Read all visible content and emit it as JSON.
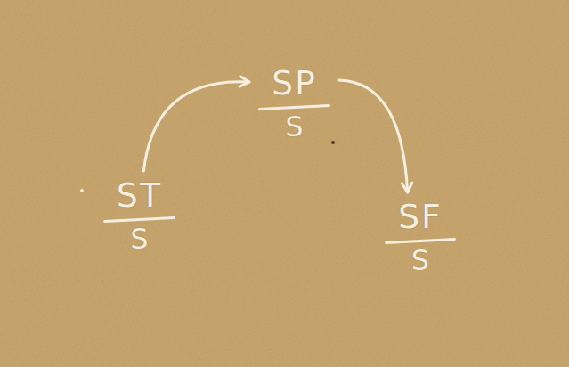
{
  "diagram": {
    "nodes": [
      {
        "text": [
          "ST",
          "S"
        ]
      },
      {
        "text": [
          "SP",
          "S"
        ]
      },
      {
        "text": [
          "SF",
          "S"
        ]
      }
    ],
    "edges": [
      {
        "from": 0,
        "to": 1,
        "arrow": "to"
      },
      {
        "from": 1,
        "to": 2,
        "arrow": "to"
      }
    ]
  }
}
